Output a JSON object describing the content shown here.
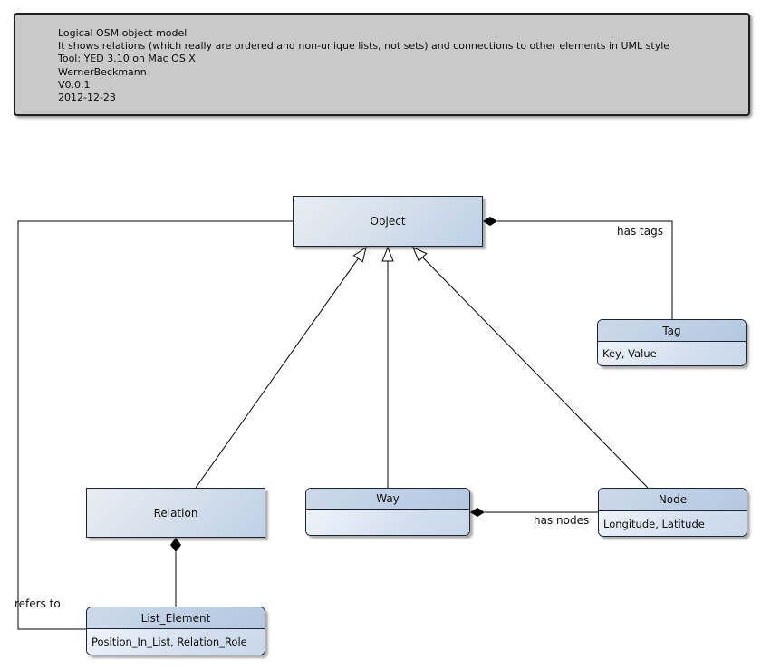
{
  "note": {
    "lines": [
      "Logical OSM object model",
      "It shows relations (which really are ordered and non-unique lists, not sets) and connections to other elements in UML style",
      "Tool: YED 3.10 on Mac OS X",
      "WernerBeckmann",
      "V0.0.1",
      "2012-12-23"
    ]
  },
  "classes": {
    "object": {
      "name": "Object"
    },
    "tag": {
      "name": "Tag",
      "attributes": "Key, Value"
    },
    "relation": {
      "name": "Relation"
    },
    "way": {
      "name": "Way",
      "attributes": ""
    },
    "node": {
      "name": "Node",
      "attributes": "Longitude, Latitude"
    },
    "list_element": {
      "name": "List_Element",
      "attributes": "Position_In_List, Relation_Role"
    }
  },
  "edge_labels": {
    "has_tags": "has tags",
    "has_nodes": "has nodes",
    "refers_to": "refers to"
  },
  "colors": {
    "note_fill": "#c9c9c9",
    "class_header_fill": "#b7c9df",
    "class_body_fill": "#dde6f1",
    "class_plain_fill": "#cdd9e9",
    "border": "#1c2431",
    "edge_line": "#000000",
    "diamond_fill": "#000000",
    "triangle_fill": "#ffffff"
  }
}
